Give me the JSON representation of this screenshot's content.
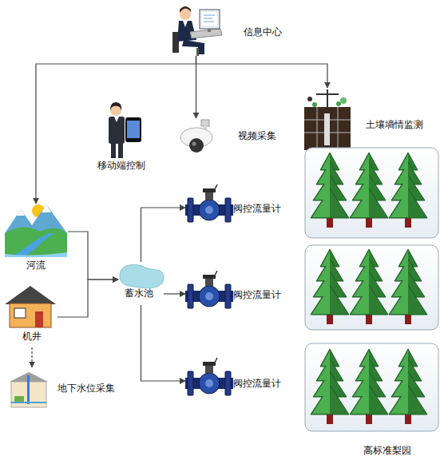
{
  "diagram": {
    "nodes": [
      {
        "text": [
          "信息中心"
        ]
      },
      {
        "text": [
          "移动端控制"
        ]
      },
      {
        "text": [
          "视频采集"
        ]
      },
      {
        "text": [
          "土壤墒情监测"
        ]
      },
      {
        "text": [
          "河流"
        ]
      },
      {
        "text": [
          "机井"
        ]
      },
      {
        "text": [
          "地下水位采集"
        ]
      },
      {
        "text": [
          "蓄水池"
        ]
      },
      {
        "text": [
          "阀控流量计"
        ]
      },
      {
        "text": [
          "阀控流量计"
        ]
      },
      {
        "text": [
          "阀控流量计"
        ]
      }
    ],
    "edges": [
      {
        "from": 0,
        "to": 4,
        "arrow": "to"
      },
      {
        "from": 0,
        "to": 2,
        "arrow": "to"
      },
      {
        "from": 0,
        "to": 3,
        "arrow": "to"
      },
      {
        "from": 4,
        "to": 7,
        "arrow": "to"
      },
      {
        "from": 5,
        "to": 7,
        "arrow": "to"
      },
      {
        "from": 5,
        "to": 6,
        "arrow": "to"
      },
      {
        "from": 7,
        "to": 8,
        "arrow": "to"
      },
      {
        "from": 7,
        "to": 9,
        "arrow": "to"
      },
      {
        "from": 7,
        "to": 10,
        "arrow": "to"
      }
    ],
    "labels": [
      "高标准梨园"
    ]
  }
}
